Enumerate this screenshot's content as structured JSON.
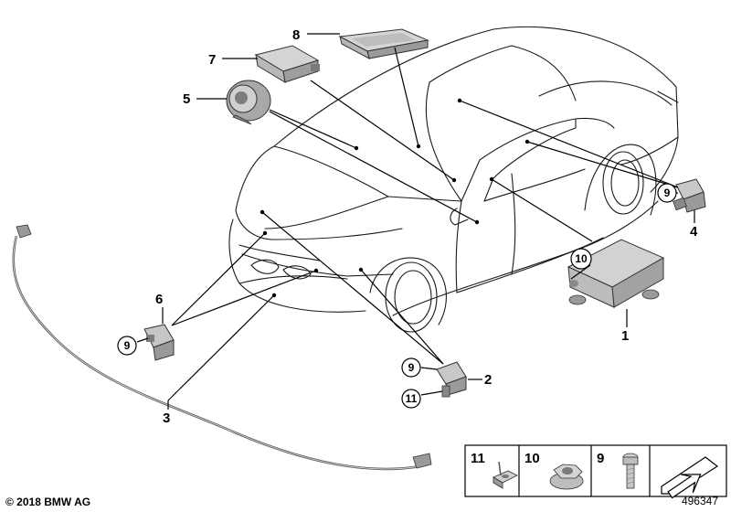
{
  "callouts": [
    {
      "id": "label-1",
      "text": "1"
    },
    {
      "id": "label-2",
      "text": "2"
    },
    {
      "id": "label-3",
      "text": "3"
    },
    {
      "id": "label-4",
      "text": "4"
    },
    {
      "id": "label-5",
      "text": "5"
    },
    {
      "id": "label-6",
      "text": "6"
    },
    {
      "id": "label-7",
      "text": "7"
    },
    {
      "id": "label-8",
      "text": "8"
    }
  ],
  "circled": {
    "nine": "9",
    "ten": "10",
    "eleven": "11"
  },
  "legend": {
    "item_11": "11",
    "item_10": "10",
    "item_9": "9"
  },
  "footer": {
    "copyright": "© 2018 BMW AG",
    "reference": "496347"
  },
  "colors": {
    "line": "#1a1a1a",
    "part_fill": "#cfcfcf",
    "part_dark": "#8a8a8a"
  }
}
